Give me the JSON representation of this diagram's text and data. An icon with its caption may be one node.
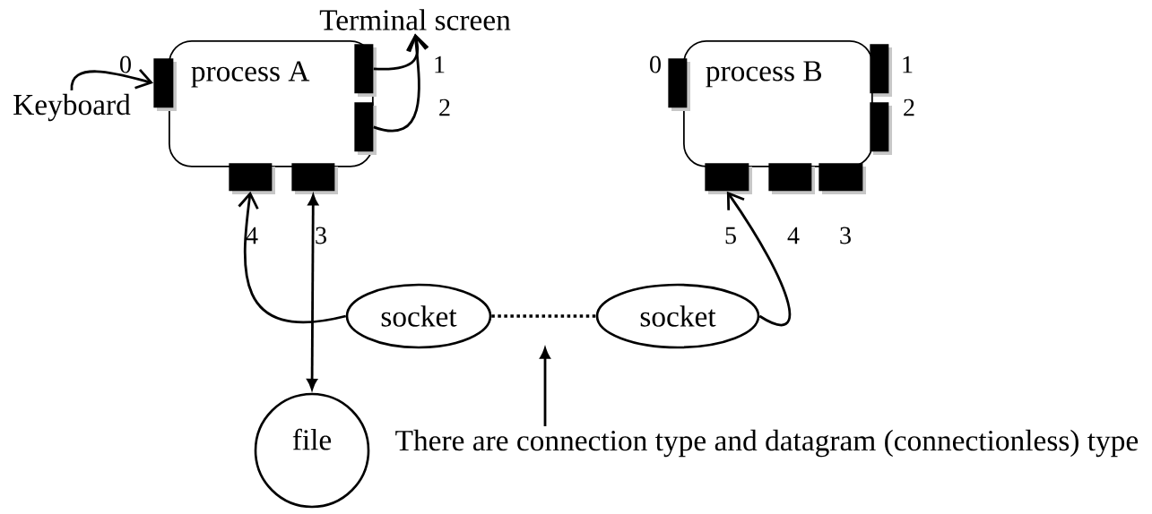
{
  "diagram": {
    "nodes": [
      {
        "text": [
          "process A"
        ]
      },
      {
        "text": [],
        "shape": "box"
      },
      {
        "text": [],
        "shape": "box"
      },
      {
        "text": [],
        "shape": "box"
      },
      {
        "text": [],
        "shape": "box"
      },
      {
        "text": [],
        "shape": "box"
      },
      {
        "text": [
          "process B"
        ]
      },
      {
        "text": [],
        "shape": "box"
      },
      {
        "text": [],
        "shape": "box"
      },
      {
        "text": [],
        "shape": "box"
      },
      {
        "text": [],
        "shape": "box"
      },
      {
        "text": [],
        "shape": "box"
      },
      {
        "text": [],
        "shape": "box"
      },
      {
        "text": [
          "Keyboard"
        ]
      },
      {
        "text": [
          "Terminal screen"
        ]
      },
      {
        "text": [
          "socket"
        ]
      },
      {
        "text": [
          "socket"
        ]
      },
      {
        "text": [
          "file"
        ]
      },
      {
        "text": [
          "There are connection type and datagram (connectionless) type"
        ]
      }
    ],
    "edges": [
      {
        "from": 13,
        "to": 1,
        "arrow": "to"
      },
      {
        "from": 2,
        "to": 14,
        "arrow": "to"
      },
      {
        "from": 3,
        "to": 14,
        "arrow": "to"
      },
      {
        "from": 15,
        "to": 4,
        "arrow": "to"
      },
      {
        "from": 5,
        "to": 17,
        "arrow": "both"
      },
      {
        "from": 15,
        "to": 16,
        "arrow": "none",
        "style": "dashed"
      },
      {
        "from": 16,
        "to": 10,
        "arrow": "to"
      },
      {
        "from": 18,
        "to": null,
        "arrow": "to"
      }
    ],
    "labels": [
      "0",
      "1",
      "2",
      "0",
      "1",
      "2",
      "4",
      "3",
      "5",
      "4",
      "3"
    ]
  }
}
